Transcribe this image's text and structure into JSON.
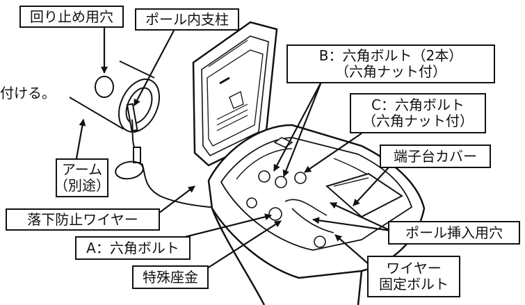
{
  "labels": {
    "rotation_stop_hole": "回り止め用穴",
    "pole_inner_strut": "ポール内支柱",
    "attach_note": "付ける。",
    "bolt_b_line1": "B：六角ボルト（2本）",
    "bolt_b_line2": "（六角ナット付）",
    "bolt_c_line1": "C：六角ボルト",
    "bolt_c_line2": "（六角ナット付）",
    "terminal_cover": "端子台カバー",
    "arm_line1": "アーム",
    "arm_line2": "（別途）",
    "fall_prevention_wire": "落下防止ワイヤー",
    "pole_insertion_hole": "ポール挿入用穴",
    "bolt_a": "A：六角ボルト",
    "wire_fix_bolt_line1": "ワイヤー",
    "wire_fix_bolt_line2": "固定ボルト",
    "special_washer": "特殊座金"
  }
}
